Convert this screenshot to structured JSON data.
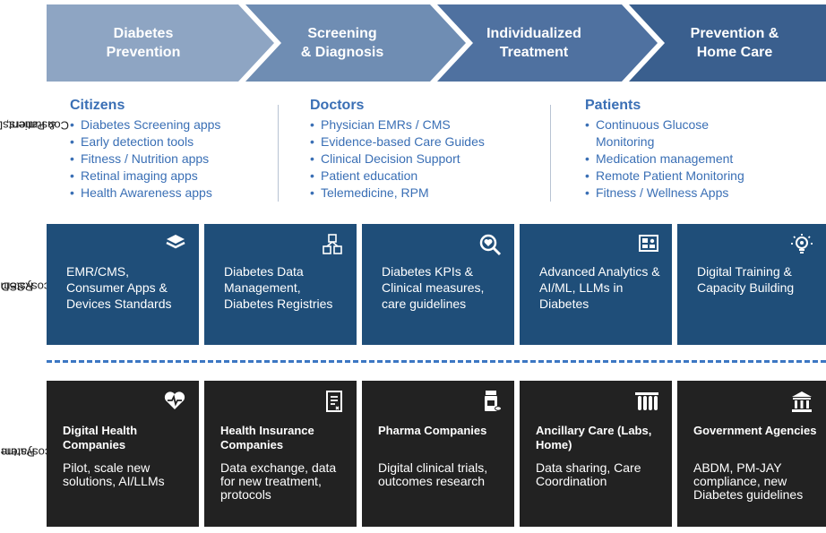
{
  "side_labels": {
    "consumers": [
      "Consumers, Doctors",
      "& Patients"
    ],
    "rssdi": [
      "RSSDI",
      "Ecosystem"
    ],
    "partner": [
      "Partner",
      "ecosystem"
    ]
  },
  "stages": [
    {
      "line1": "Diabetes",
      "line2": "Prevention",
      "color": "#8ea5c3"
    },
    {
      "line1": "Screening",
      "line2": "& Diagnosis",
      "color": "#6f8db3"
    },
    {
      "line1": "Individualized",
      "line2": "Treatment",
      "color": "#4f71a0"
    },
    {
      "line1": "Prevention &",
      "line2": "Home Care",
      "color": "#3a5f8e"
    }
  ],
  "columns": [
    {
      "title": "Citizens",
      "items": [
        "Diabetes Screening apps",
        "Early detection tools",
        "Fitness / Nutrition apps",
        "Retinal imaging apps",
        "Health Awareness apps"
      ]
    },
    {
      "title": "Doctors",
      "items": [
        "Physician EMRs / CMS",
        "Evidence-based Care Guides",
        "Clinical Decision Support",
        "Patient education",
        "Telemedicine, RPM"
      ]
    },
    {
      "title": "Patients",
      "items": [
        "Continuous Glucose Monitoring",
        "Medication management",
        "Remote Patient Monitoring",
        "Fitness / Wellness Apps"
      ]
    }
  ],
  "rssdi": [
    {
      "text": "EMR/CMS, Consumer Apps & Devices Standards",
      "icon": "layers-icon"
    },
    {
      "text": "Diabetes Data Management, Diabetes Registries",
      "icon": "cubes-icon"
    },
    {
      "text": "Diabetes KPIs & Clinical measures, care guidelines",
      "icon": "search-heart-icon"
    },
    {
      "text": "Advanced Analytics & AI/ML, LLMs in Diabetes",
      "icon": "dashboard-icon"
    },
    {
      "text": "Digital Training & Capacity Building",
      "icon": "lightbulb-gear-icon"
    }
  ],
  "partners": [
    {
      "title": "Digital Health Companies",
      "desc": "Pilot, scale new solutions, AI/LLMs",
      "icon": "heart-pulse-icon"
    },
    {
      "title": "Health Insurance Companies",
      "desc": "Data exchange, data for new treatment, protocols",
      "icon": "document-icon"
    },
    {
      "title": "Pharma Companies",
      "desc": "Digital clinical trials, outcomes research",
      "icon": "pill-bottle-icon"
    },
    {
      "title": "Ancillary Care (Labs, Home)",
      "desc": "Data sharing, Care Coordination",
      "icon": "test-tubes-icon"
    },
    {
      "title": "Government Agencies",
      "desc": "ABDM, PM-JAY compliance, new Diabetes guidelines",
      "icon": "government-building-icon"
    }
  ]
}
